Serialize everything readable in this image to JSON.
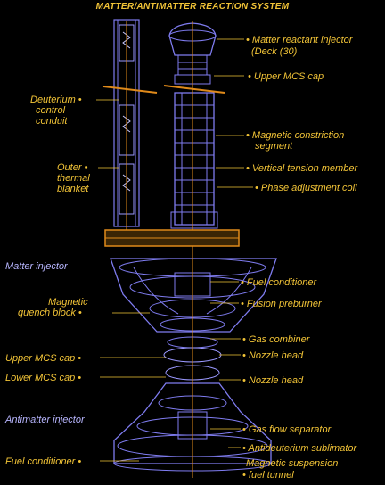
{
  "title": "MATTER/ANTIMATTER REACTION SYSTEM",
  "colors": {
    "label_yellow": "#f2c437",
    "label_lavender": "#b8b6ff",
    "structure": "#7f7cf0",
    "accent": "#e08a1a",
    "background": "#000000"
  },
  "labels": {
    "matter_reactant_injector": "• Matter reactant injector",
    "deck": "(Deck (30)",
    "upper_mcs_cap_top": "• Upper MCS cap",
    "deuterium_line1": "Deuterium •",
    "deuterium_line2": "control",
    "deuterium_line3": "conduit",
    "magnetic_constriction_line1": "• Magnetic constriction",
    "magnetic_constriction_line2": "segment",
    "outer_thermal_line1": "Outer •",
    "outer_thermal_line2": "thermal",
    "outer_thermal_line3": "blanket",
    "vertical_tension_member": "• Vertical tension member",
    "phase_adjustment_coil": "• Phase adjustment coil",
    "matter_injector": "Matter injector",
    "fuel_conditioner_right": "• Fuel conditioner",
    "magnetic_quench_line1": "Magnetic",
    "magnetic_quench_line2": "quench block •",
    "fusion_preburner": "• Fusion preburner",
    "gas_combiner": "• Gas combiner",
    "upper_mcs_cap_left": "Upper MCS cap •",
    "nozzle_head_upper": "• Nozzle head",
    "lower_mcs_cap": "Lower MCS cap •",
    "nozzle_head_lower": "• Nozzle head",
    "antimatter_injector": "Antimatter injector",
    "gas_flow_separator": "• Gas flow separator",
    "antideuterium_sublimator": "• Antideuterium sublimator",
    "fuel_conditioner_left": "Fuel conditioner •",
    "magnetic_suspension_line1": "Magnetic suspension",
    "magnetic_suspension_line2": "• fuel tunnel"
  }
}
